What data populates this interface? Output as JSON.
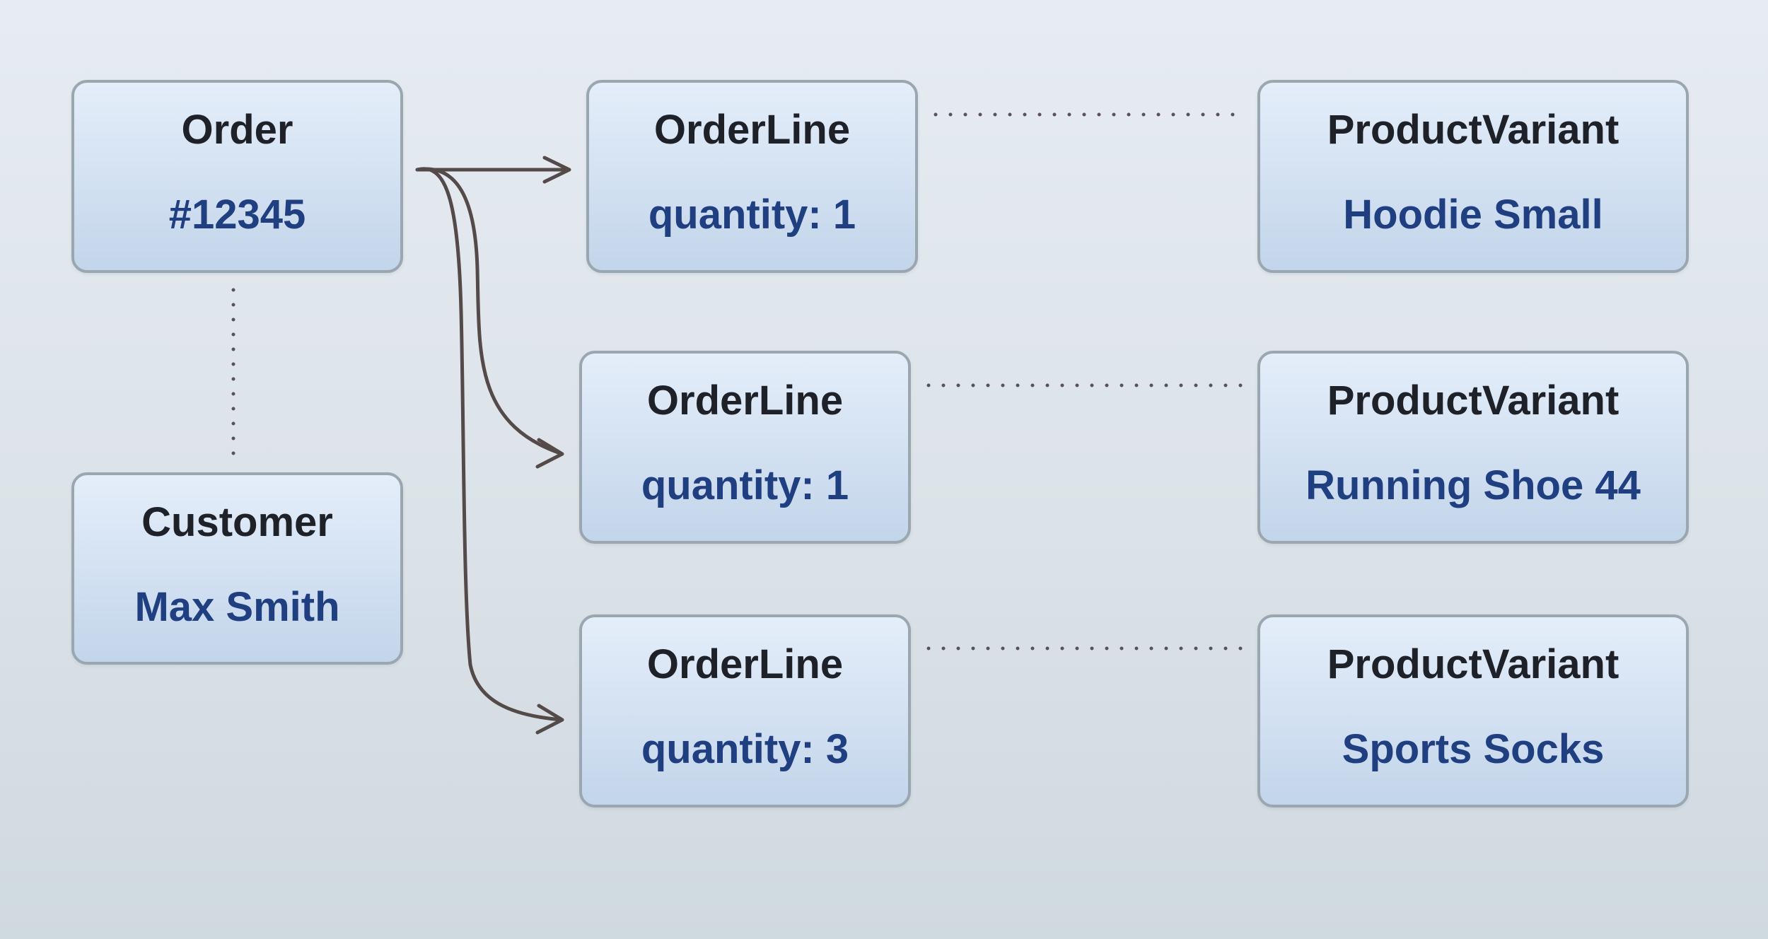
{
  "diagram": {
    "nodes": {
      "order": {
        "title": "Order",
        "value": "#12345"
      },
      "customer": {
        "title": "Customer",
        "value": "Max Smith"
      },
      "line1": {
        "title": "OrderLine",
        "value": "quantity: 1"
      },
      "line2": {
        "title": "OrderLine",
        "value": "quantity: 1"
      },
      "line3": {
        "title": "OrderLine",
        "value": "quantity: 3"
      },
      "variant1": {
        "title": "ProductVariant",
        "value": "Hoodie Small"
      },
      "variant2": {
        "title": "ProductVariant",
        "value": "Running Shoe 44"
      },
      "variant3": {
        "title": "ProductVariant",
        "value": "Sports Socks"
      }
    },
    "edges": [
      {
        "from": "order",
        "to": "customer",
        "style": "dotted"
      },
      {
        "from": "order",
        "to": "line1",
        "style": "arrow"
      },
      {
        "from": "order",
        "to": "line2",
        "style": "arrow"
      },
      {
        "from": "order",
        "to": "line3",
        "style": "arrow"
      },
      {
        "from": "line1",
        "to": "variant1",
        "style": "dotted"
      },
      {
        "from": "line2",
        "to": "variant2",
        "style": "dotted"
      },
      {
        "from": "line3",
        "to": "variant3",
        "style": "dotted"
      }
    ]
  },
  "colors": {
    "box_border": "#9aa6b0",
    "title_text": "#1e2128",
    "value_text": "#1f3f80",
    "edge": "#554a4a"
  }
}
